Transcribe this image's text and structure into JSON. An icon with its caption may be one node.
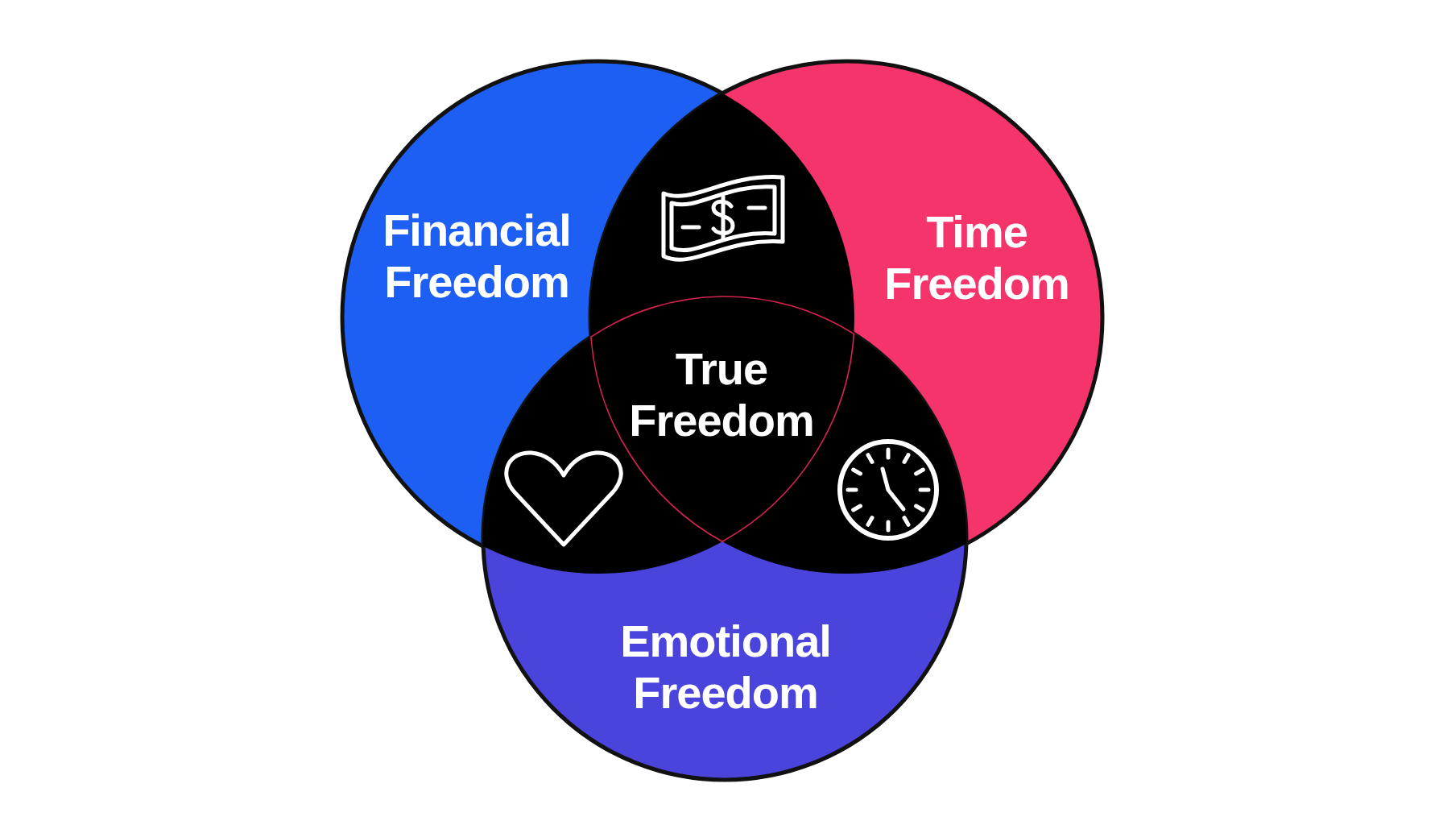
{
  "diagram": {
    "nodes": [
      {
        "text": [
          "Financial Freedom"
        ]
      },
      {
        "text": [
          "Time Freedom"
        ]
      },
      {
        "text": [
          "Emotional Freedom"
        ]
      },
      {
        "text": [
          "True Freedom"
        ]
      }
    ]
  }
}
